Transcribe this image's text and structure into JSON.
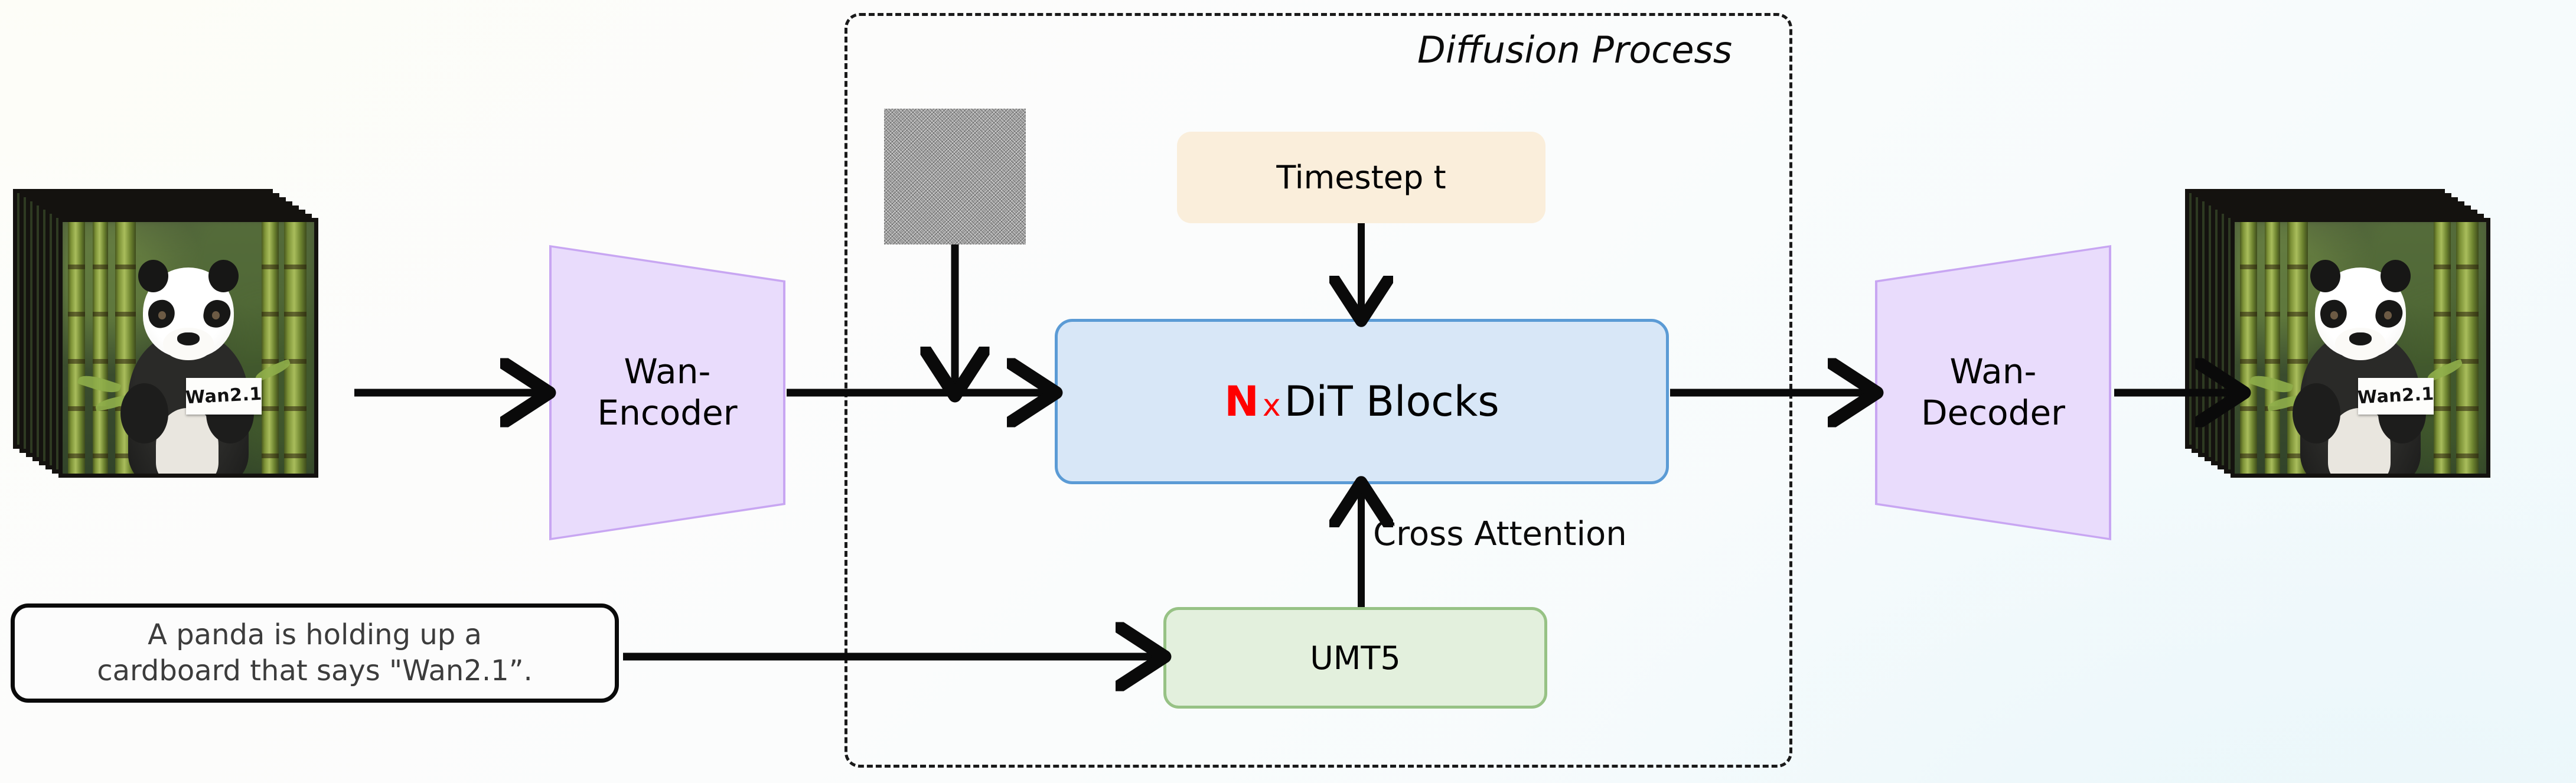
{
  "diagram": {
    "title": "Wan2.1 diffusion video generation pipeline",
    "region_label": "Diffusion Process",
    "background": {
      "warm_tint": "#fdfdfa",
      "cool_tint": "#eaf7fb"
    }
  },
  "input": {
    "video_stack_label": "Wan2.1",
    "sign_text": "Wan2.1",
    "frame_count": 8
  },
  "output": {
    "video_stack_label": "Wan2.1",
    "sign_text": "Wan2.1",
    "frame_count": 8
  },
  "prompt": {
    "line1": "A panda is holding up a",
    "line2": "cardboard that says \"Wan2.1”.",
    "full_text": "A panda is holding up a cardboard that says \"Wan2.1”."
  },
  "nodes": {
    "encoder": {
      "label_line1": "Wan-",
      "label_line2": "Encoder",
      "fill": "#e9dcfc",
      "stroke": "#c8a6f2"
    },
    "decoder": {
      "label_line1": "Wan-",
      "label_line2": "Decoder",
      "fill": "#e9dcfc",
      "stroke": "#c8a6f2"
    },
    "dit": {
      "multiplier": "N",
      "times": "x",
      "label": "DiT Blocks",
      "multiplier_color": "#ff0000",
      "fill": "#d8e7f7",
      "stroke": "#5b9bd5"
    },
    "timestep": {
      "label": "Timestep t",
      "fill": "#faeedb"
    },
    "text_encoder": {
      "label": "UMT5",
      "fill": "#e3f0dd",
      "stroke": "#97c285"
    },
    "noise": {
      "label": "noise-latent-patch"
    }
  },
  "edges": {
    "cross_attention_label": "Cross Attention",
    "arrow_color": "#0a0a0a"
  }
}
